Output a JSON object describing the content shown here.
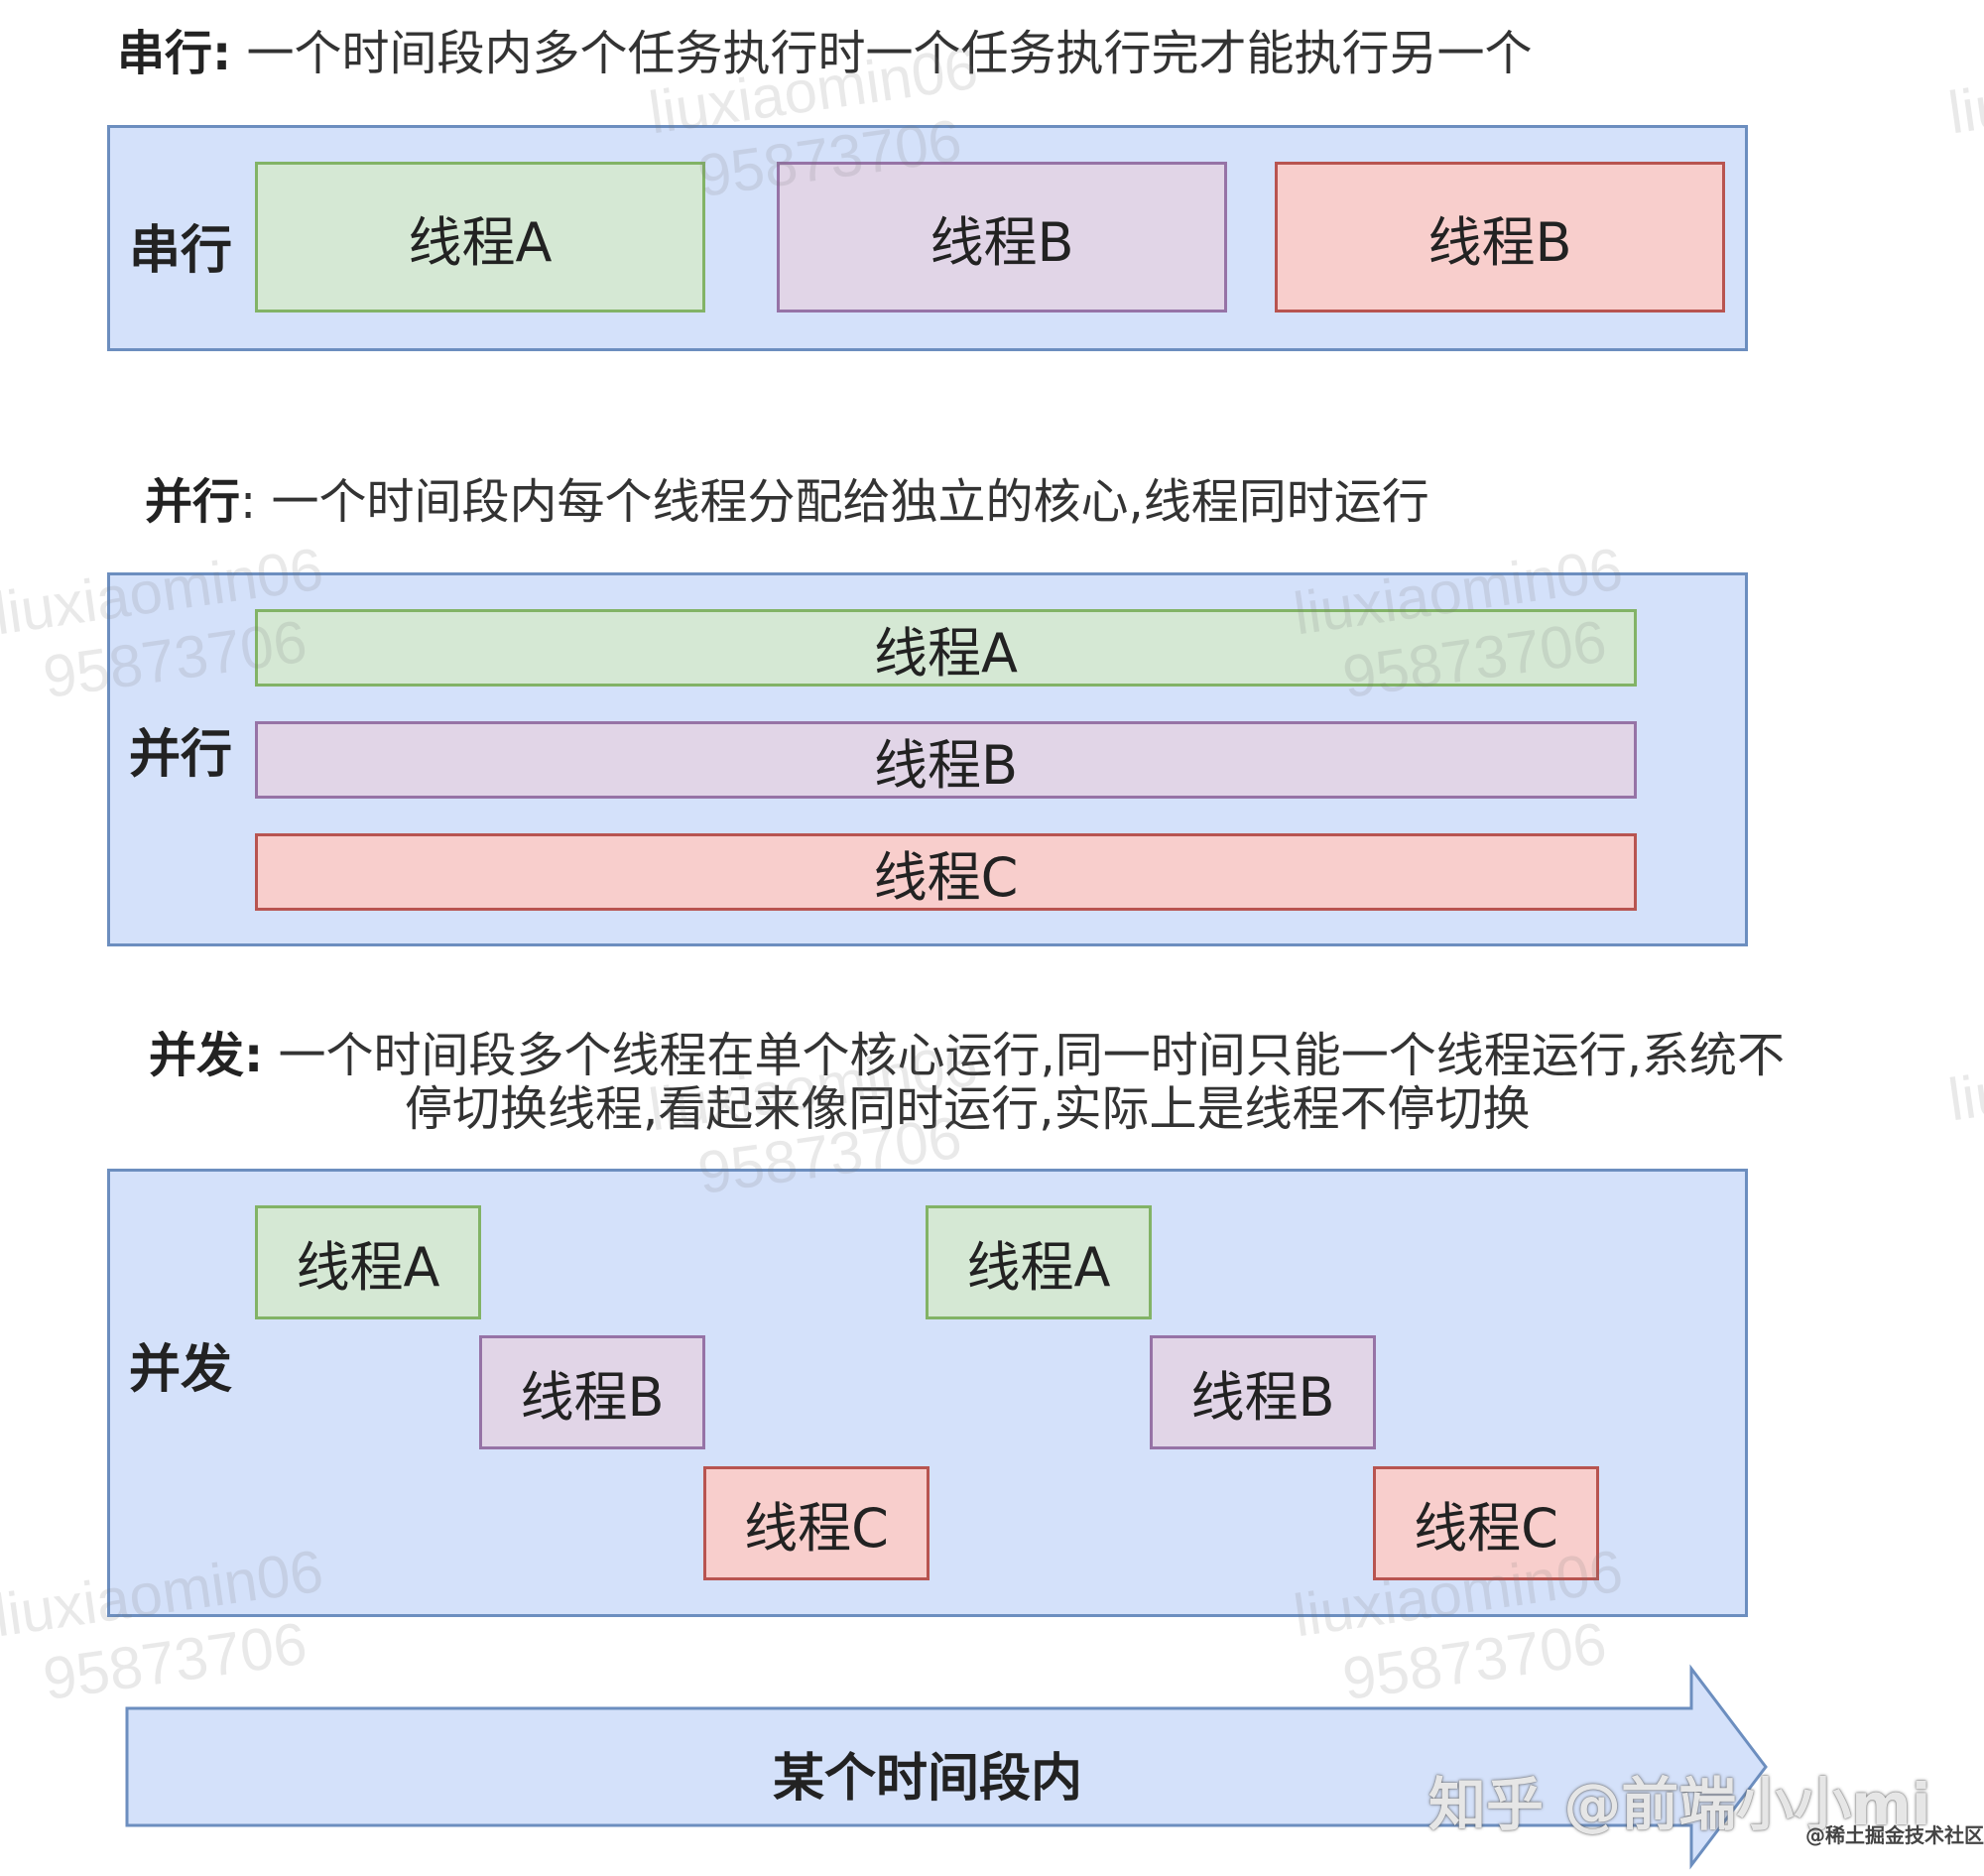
{
  "sections": {
    "serial": {
      "heading_term": "串行:",
      "heading_desc": "一个时间段内多个任务执行时一个任务执行完才能执行另一个",
      "panel_label": "串行",
      "threads": [
        "线程A",
        "线程B",
        "线程B"
      ]
    },
    "parallel": {
      "heading_term": "并行",
      "heading_desc": ": 一个时间段内每个线程分配给独立的核心,线程同时运行",
      "panel_label": "并行",
      "threads": [
        "线程A",
        "线程B",
        "线程C"
      ]
    },
    "concurrent": {
      "heading_term": "并发:",
      "heading_desc_line1": "一个时间段多个线程在单个核心运行,同一时间只能一个线程运行,系统不",
      "heading_desc_line2": "停切换线程,看起来像同时运行,实际上是线程不停切换",
      "panel_label": "并发",
      "threads": [
        "线程A",
        "线程B",
        "线程C",
        "线程A",
        "线程B",
        "线程C"
      ]
    }
  },
  "time_arrow": {
    "label": "某个时间段内"
  },
  "watermarks": {
    "user": "liuxiaomin06",
    "id": "95873706",
    "short": "liu",
    "zhihu": "知乎 @前端小小mi",
    "juejin": "@稀土掘金技术社区"
  },
  "colors": {
    "panel_fill": "#d4e1fa",
    "panel_stroke": "#6c8ebf",
    "thread_a_fill": "#d5e8d4",
    "thread_b_fill": "#e1d5e7",
    "thread_c_fill": "#f8cecc"
  }
}
